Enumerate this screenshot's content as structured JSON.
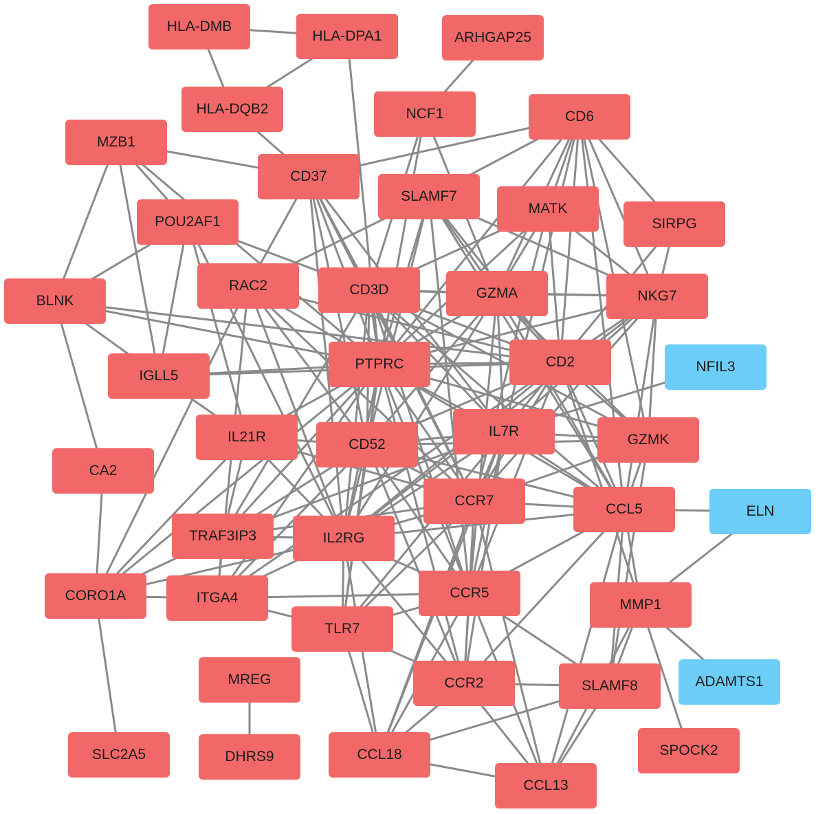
{
  "colors": {
    "hub": "#f26868",
    "target": "#6bcdf8",
    "edge": "#8a8a8a"
  },
  "nodes": [
    {
      "id": "HLA-DMB",
      "label": "HLA-DMB",
      "kind": "hub"
    },
    {
      "id": "HLA-DPA1",
      "label": "HLA-DPA1",
      "kind": "hub"
    },
    {
      "id": "ARHGAP25",
      "label": "ARHGAP25",
      "kind": "hub"
    },
    {
      "id": "HLA-DQB2",
      "label": "HLA-DQB2",
      "kind": "hub"
    },
    {
      "id": "NCF1",
      "label": "NCF1",
      "kind": "hub"
    },
    {
      "id": "CD6",
      "label": "CD6",
      "kind": "hub"
    },
    {
      "id": "MZB1",
      "label": "MZB1",
      "kind": "hub"
    },
    {
      "id": "CD37",
      "label": "CD37",
      "kind": "hub"
    },
    {
      "id": "SLAMF7",
      "label": "SLAMF7",
      "kind": "hub"
    },
    {
      "id": "MATK",
      "label": "MATK",
      "kind": "hub"
    },
    {
      "id": "SIRPG",
      "label": "SIRPG",
      "kind": "hub"
    },
    {
      "id": "POU2AF1",
      "label": "POU2AF1",
      "kind": "hub"
    },
    {
      "id": "BLNK",
      "label": "BLNK",
      "kind": "hub"
    },
    {
      "id": "RAC2",
      "label": "RAC2",
      "kind": "hub"
    },
    {
      "id": "CD3D",
      "label": "CD3D",
      "kind": "hub"
    },
    {
      "id": "GZMA",
      "label": "GZMA",
      "kind": "hub"
    },
    {
      "id": "NKG7",
      "label": "NKG7",
      "kind": "hub"
    },
    {
      "id": "IGLL5",
      "label": "IGLL5",
      "kind": "hub"
    },
    {
      "id": "PTPRC",
      "label": "PTPRC",
      "kind": "hub"
    },
    {
      "id": "CD2",
      "label": "CD2",
      "kind": "hub"
    },
    {
      "id": "NFIL3",
      "label": "NFIL3",
      "kind": "target"
    },
    {
      "id": "IL21R",
      "label": "IL21R",
      "kind": "hub"
    },
    {
      "id": "CD52",
      "label": "CD52",
      "kind": "hub"
    },
    {
      "id": "IL7R",
      "label": "IL7R",
      "kind": "hub"
    },
    {
      "id": "GZMK",
      "label": "GZMK",
      "kind": "hub"
    },
    {
      "id": "CA2",
      "label": "CA2",
      "kind": "hub"
    },
    {
      "id": "CCR7",
      "label": "CCR7",
      "kind": "hub"
    },
    {
      "id": "CCL5",
      "label": "CCL5",
      "kind": "hub"
    },
    {
      "id": "ELN",
      "label": "ELN",
      "kind": "target"
    },
    {
      "id": "TRAF3IP3",
      "label": "TRAF3IP3",
      "kind": "hub"
    },
    {
      "id": "IL2RG",
      "label": "IL2RG",
      "kind": "hub"
    },
    {
      "id": "CORO1A",
      "label": "CORO1A",
      "kind": "hub"
    },
    {
      "id": "ITGA4",
      "label": "ITGA4",
      "kind": "hub"
    },
    {
      "id": "CCR5",
      "label": "CCR5",
      "kind": "hub"
    },
    {
      "id": "MMP1",
      "label": "MMP1",
      "kind": "hub"
    },
    {
      "id": "TLR7",
      "label": "TLR7",
      "kind": "hub"
    },
    {
      "id": "MREG",
      "label": "MREG",
      "kind": "hub"
    },
    {
      "id": "CCR2",
      "label": "CCR2",
      "kind": "hub"
    },
    {
      "id": "SLAMF8",
      "label": "SLAMF8",
      "kind": "hub"
    },
    {
      "id": "ADAMTS1",
      "label": "ADAMTS1",
      "kind": "target"
    },
    {
      "id": "SLC2A5",
      "label": "SLC2A5",
      "kind": "hub"
    },
    {
      "id": "DHRS9",
      "label": "DHRS9",
      "kind": "hub"
    },
    {
      "id": "CCL18",
      "label": "CCL18",
      "kind": "hub"
    },
    {
      "id": "CCL13",
      "label": "CCL13",
      "kind": "hub"
    },
    {
      "id": "SPOCK2",
      "label": "SPOCK2",
      "kind": "hub"
    }
  ],
  "edges": [
    [
      "HLA-DMB",
      "HLA-DPA1"
    ],
    [
      "HLA-DMB",
      "HLA-DQB2"
    ],
    [
      "HLA-DPA1",
      "HLA-DQB2"
    ],
    [
      "HLA-DPA1",
      "PTPRC"
    ],
    [
      "HLA-DQB2",
      "CD37"
    ],
    [
      "ARHGAP25",
      "NCF1"
    ],
    [
      "NCF1",
      "PTPRC"
    ],
    [
      "NCF1",
      "CD3D"
    ],
    [
      "NCF1",
      "GZMA"
    ],
    [
      "CD6",
      "CD37"
    ],
    [
      "CD6",
      "SLAMF7"
    ],
    [
      "CD6",
      "MATK"
    ],
    [
      "CD6",
      "SIRPG"
    ],
    [
      "CD6",
      "NKG7"
    ],
    [
      "CD6",
      "GZMA"
    ],
    [
      "CD6",
      "CD2"
    ],
    [
      "CD6",
      "PTPRC"
    ],
    [
      "CD6",
      "IL7R"
    ],
    [
      "CD6",
      "GZMK"
    ],
    [
      "CD6",
      "CCL5"
    ],
    [
      "MZB1",
      "POU2AF1"
    ],
    [
      "MZB1",
      "BLNK"
    ],
    [
      "MZB1",
      "IGLL5"
    ],
    [
      "MZB1",
      "CD37"
    ],
    [
      "MZB1",
      "PTPRC"
    ],
    [
      "POU2AF1",
      "BLNK"
    ],
    [
      "POU2AF1",
      "IGLL5"
    ],
    [
      "POU2AF1",
      "CD3D"
    ],
    [
      "POU2AF1",
      "IL2RG"
    ],
    [
      "POU2AF1",
      "IL21R"
    ],
    [
      "BLNK",
      "IGLL5"
    ],
    [
      "BLNK",
      "PTPRC"
    ],
    [
      "BLNK",
      "CA2"
    ],
    [
      "BLNK",
      "CD2"
    ],
    [
      "CA2",
      "CORO1A"
    ],
    [
      "CD37",
      "PTPRC"
    ],
    [
      "CD37",
      "CD3D"
    ],
    [
      "CD37",
      "CD52"
    ],
    [
      "CD37",
      "RAC2"
    ],
    [
      "CD37",
      "IL2RG"
    ],
    [
      "CD37",
      "IL7R"
    ],
    [
      "CD37",
      "CCR7"
    ],
    [
      "SLAMF7",
      "GZMA"
    ],
    [
      "SLAMF7",
      "NKG7"
    ],
    [
      "SLAMF7",
      "CD2"
    ],
    [
      "SLAMF7",
      "PTPRC"
    ],
    [
      "SLAMF7",
      "CCL5"
    ],
    [
      "SLAMF7",
      "CD52"
    ],
    [
      "SLAMF7",
      "CCR5"
    ],
    [
      "SLAMF7",
      "RAC2"
    ],
    [
      "MATK",
      "NKG7"
    ],
    [
      "MATK",
      "GZMA"
    ],
    [
      "MATK",
      "CD2"
    ],
    [
      "MATK",
      "PTPRC"
    ],
    [
      "MATK",
      "CCR7"
    ],
    [
      "MATK",
      "CD3D"
    ],
    [
      "SIRPG",
      "NKG7"
    ],
    [
      "SIRPG",
      "CD2"
    ],
    [
      "RAC2",
      "PTPRC"
    ],
    [
      "RAC2",
      "CD52"
    ],
    [
      "RAC2",
      "IL2RG"
    ],
    [
      "RAC2",
      "CORO1A"
    ],
    [
      "RAC2",
      "CCR7"
    ],
    [
      "RAC2",
      "ITGA4"
    ],
    [
      "RAC2",
      "CD2"
    ],
    [
      "CD3D",
      "PTPRC"
    ],
    [
      "CD3D",
      "GZMA"
    ],
    [
      "CD3D",
      "CD2"
    ],
    [
      "CD3D",
      "IL7R"
    ],
    [
      "CD3D",
      "CD52"
    ],
    [
      "CD3D",
      "CCR7"
    ],
    [
      "CD3D",
      "IL2RG"
    ],
    [
      "CD3D",
      "CCR5"
    ],
    [
      "CD3D",
      "NKG7"
    ],
    [
      "CD3D",
      "CCL5"
    ],
    [
      "CD3D",
      "GZMK"
    ],
    [
      "CD3D",
      "TRAF3IP3"
    ],
    [
      "GZMA",
      "NKG7"
    ],
    [
      "GZMA",
      "CD2"
    ],
    [
      "GZMA",
      "PTPRC"
    ],
    [
      "GZMA",
      "GZMK"
    ],
    [
      "GZMA",
      "CCL5"
    ],
    [
      "GZMA",
      "IL7R"
    ],
    [
      "GZMA",
      "CD52"
    ],
    [
      "GZMA",
      "CCR5"
    ],
    [
      "GZMA",
      "IL2RG"
    ],
    [
      "NKG7",
      "CD2"
    ],
    [
      "NKG7",
      "GZMK"
    ],
    [
      "NKG7",
      "CCL5"
    ],
    [
      "NKG7",
      "PTPRC"
    ],
    [
      "NKG7",
      "IL7R"
    ],
    [
      "NKG7",
      "CCR7"
    ],
    [
      "NKG7",
      "IL2RG"
    ],
    [
      "IGLL5",
      "PTPRC"
    ],
    [
      "IGLL5",
      "CD2"
    ],
    [
      "IGLL5",
      "IL21R"
    ],
    [
      "PTPRC",
      "CD2"
    ],
    [
      "PTPRC",
      "IL7R"
    ],
    [
      "PTPRC",
      "CD52"
    ],
    [
      "PTPRC",
      "CCR7"
    ],
    [
      "PTPRC",
      "IL2RG"
    ],
    [
      "PTPRC",
      "CCR5"
    ],
    [
      "PTPRC",
      "CCL5"
    ],
    [
      "PTPRC",
      "GZMK"
    ],
    [
      "PTPRC",
      "ITGA4"
    ],
    [
      "PTPRC",
      "CORO1A"
    ],
    [
      "PTPRC",
      "TLR7"
    ],
    [
      "PTPRC",
      "TRAF3IP3"
    ],
    [
      "PTPRC",
      "IL21R"
    ],
    [
      "PTPRC",
      "CCR2"
    ],
    [
      "CD2",
      "IL7R"
    ],
    [
      "CD2",
      "GZMK"
    ],
    [
      "CD2",
      "CCL5"
    ],
    [
      "CD2",
      "CCR7"
    ],
    [
      "CD2",
      "CD52"
    ],
    [
      "CD2",
      "IL2RG"
    ],
    [
      "CD2",
      "CCR5"
    ],
    [
      "CD2",
      "ITGA4"
    ],
    [
      "CD2",
      "MMP1"
    ],
    [
      "NFIL3",
      "IL7R"
    ],
    [
      "ELN",
      "CCL5"
    ],
    [
      "ELN",
      "MMP1"
    ],
    [
      "IL21R",
      "IL2RG"
    ],
    [
      "IL21R",
      "CD52"
    ],
    [
      "IL21R",
      "CCR7"
    ],
    [
      "IL21R",
      "TRAF3IP3"
    ],
    [
      "IL21R",
      "CORO1A"
    ],
    [
      "CD52",
      "IL7R"
    ],
    [
      "CD52",
      "CCR7"
    ],
    [
      "CD52",
      "IL2RG"
    ],
    [
      "CD52",
      "CCR5"
    ],
    [
      "CD52",
      "TLR7"
    ],
    [
      "CD52",
      "CCL5"
    ],
    [
      "CD52",
      "TRAF3IP3"
    ],
    [
      "CD52",
      "CCR2"
    ],
    [
      "CD52",
      "ITGA4"
    ],
    [
      "CD52",
      "GZMK"
    ],
    [
      "IL7R",
      "CCR7"
    ],
    [
      "IL7R",
      "IL2RG"
    ],
    [
      "IL7R",
      "CCR5"
    ],
    [
      "IL7R",
      "CCL5"
    ],
    [
      "IL7R",
      "GZMK"
    ],
    [
      "IL7R",
      "TLR7"
    ],
    [
      "IL7R",
      "CCR2"
    ],
    [
      "IL7R",
      "TRAF3IP3"
    ],
    [
      "IL7R",
      "CCL18"
    ],
    [
      "GZMK",
      "CCL5"
    ],
    [
      "GZMK",
      "CCR7"
    ],
    [
      "GZMK",
      "SLAMF8"
    ],
    [
      "CCR7",
      "CCL5"
    ],
    [
      "CCR7",
      "IL2RG"
    ],
    [
      "CCR7",
      "CCR5"
    ],
    [
      "CCR7",
      "CCR2"
    ],
    [
      "CCR7",
      "TLR7"
    ],
    [
      "CCR7",
      "TRAF3IP3"
    ],
    [
      "CCR7",
      "CCL18"
    ],
    [
      "CCL5",
      "CCR5"
    ],
    [
      "CCL5",
      "MMP1"
    ],
    [
      "CCL5",
      "CCR2"
    ],
    [
      "CCL5",
      "SLAMF8"
    ],
    [
      "CCL5",
      "CCL13"
    ],
    [
      "CCL5",
      "IL2RG"
    ],
    [
      "TRAF3IP3",
      "IL2RG"
    ],
    [
      "TRAF3IP3",
      "CORO1A"
    ],
    [
      "TRAF3IP3",
      "ITGA4"
    ],
    [
      "IL2RG",
      "CCR5"
    ],
    [
      "IL2RG",
      "ITGA4"
    ],
    [
      "IL2RG",
      "TLR7"
    ],
    [
      "IL2RG",
      "CCR2"
    ],
    [
      "IL2RG",
      "CORO1A"
    ],
    [
      "CORO1A",
      "ITGA4"
    ],
    [
      "CORO1A",
      "SLC2A5"
    ],
    [
      "ITGA4",
      "TLR7"
    ],
    [
      "ITGA4",
      "CCR5"
    ],
    [
      "CCR5",
      "CCR2"
    ],
    [
      "CCR5",
      "TLR7"
    ],
    [
      "CCR5",
      "CCL18"
    ],
    [
      "CCR5",
      "CCL13"
    ],
    [
      "CCR5",
      "SLAMF8"
    ],
    [
      "MMP1",
      "SLAMF8"
    ],
    [
      "MMP1",
      "ADAMTS1"
    ],
    [
      "MMP1",
      "SPOCK2"
    ],
    [
      "MMP1",
      "CCL13"
    ],
    [
      "TLR7",
      "CCR2"
    ],
    [
      "TLR7",
      "CCL18"
    ],
    [
      "MREG",
      "DHRS9"
    ],
    [
      "CCR2",
      "CCL18"
    ],
    [
      "CCR2",
      "CCL13"
    ],
    [
      "CCR2",
      "SLAMF8"
    ],
    [
      "SLAMF8",
      "CCL18"
    ],
    [
      "SLAMF8",
      "CCL13"
    ],
    [
      "CCL18",
      "CCL13"
    ],
    [
      "CCL18",
      "IL2RG"
    ],
    [
      "CCL13",
      "CCR7"
    ]
  ]
}
